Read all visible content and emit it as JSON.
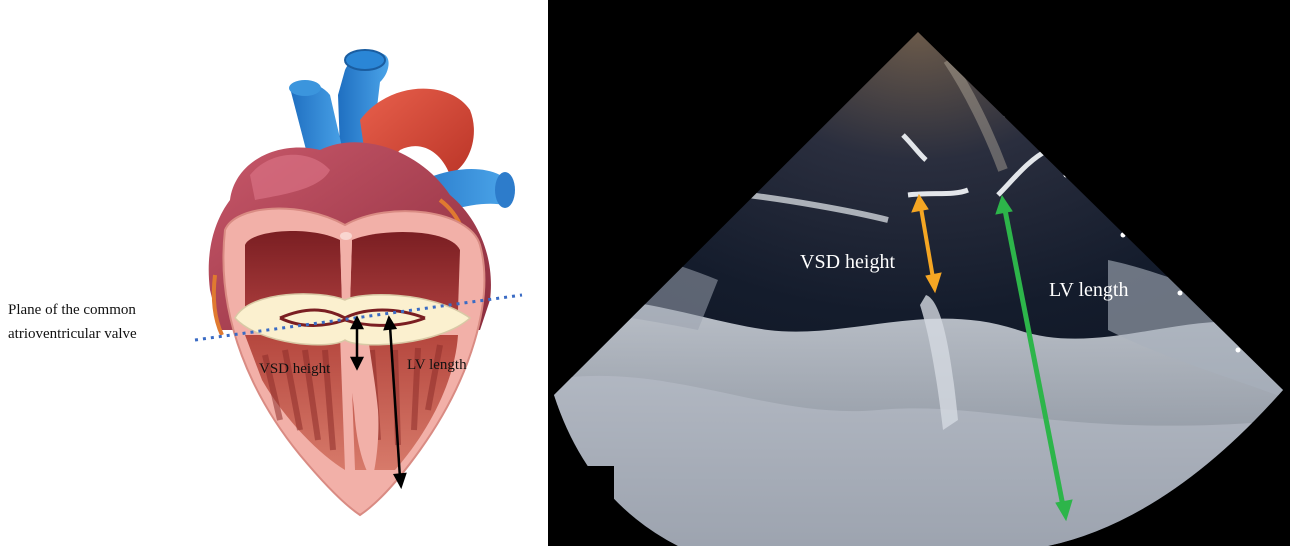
{
  "schematic": {
    "plane_label_line1": "Plane of the common",
    "plane_label_line2": "atrioventricular valve",
    "vsd_height_label": "VSD height",
    "lv_length_label": "LV length"
  },
  "echo": {
    "vsd_height_label": "VSD height",
    "lv_length_label": "LV length"
  },
  "colors": {
    "vsd_arrow": "#f5a623",
    "lv_arrow": "#2db54a",
    "plane_line": "#3a6bc4",
    "schematic_arrow": "#000000"
  }
}
